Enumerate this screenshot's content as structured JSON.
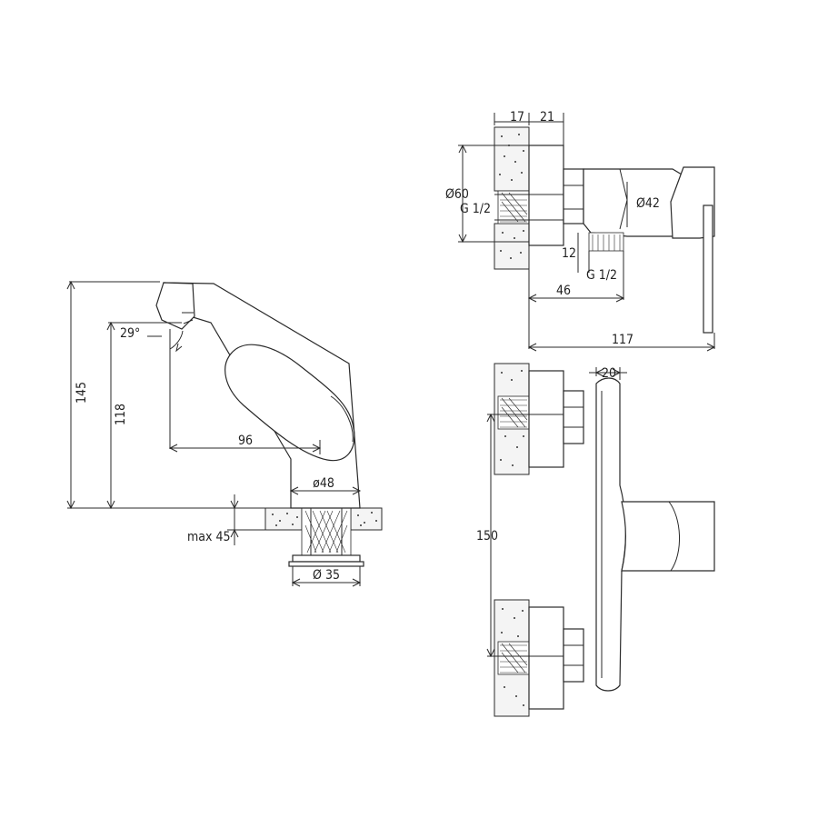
{
  "dimensions": {
    "height_total": "145",
    "height_spout": "118",
    "spout_angle": "29°",
    "reach": "96",
    "base_diameter": "ø48",
    "max_thickness": "max 45",
    "hole_diameter": "Ø 35",
    "wall_17": "17",
    "wall_21": "21",
    "rosette_60": "Ø60",
    "thread_left": "G 1/2",
    "diam_42": "Ø42",
    "dim_12": "12",
    "thread_bottom": "G 1/2",
    "dim_46": "46",
    "dim_117": "117",
    "dim_20": "20",
    "spacing_150": "150"
  },
  "colors": {
    "line": "#2a2a2a",
    "background": "#ffffff",
    "stone": "#f4f4f4"
  }
}
